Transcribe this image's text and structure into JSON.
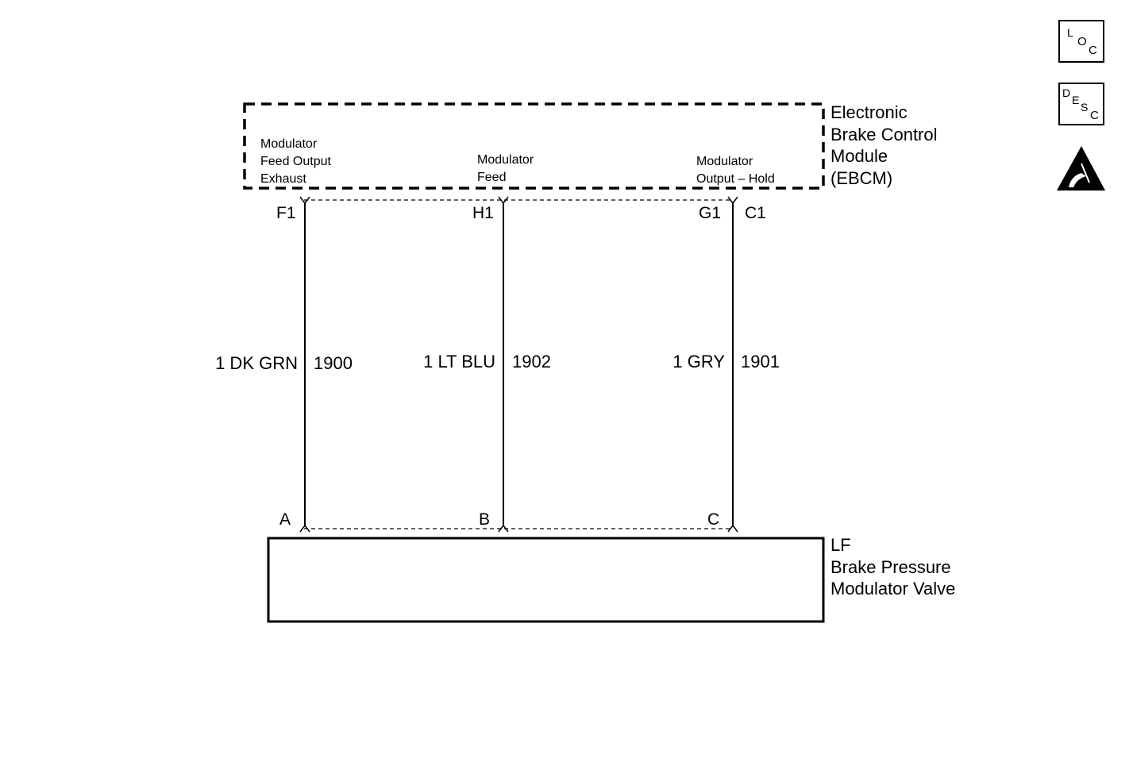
{
  "ebcm": {
    "label_lines": [
      "Electronic",
      "Brake Control",
      "Module",
      "(EBCM)"
    ],
    "circuits": [
      {
        "lines": [
          "Modulator",
          "Feed Output",
          "Exhaust"
        ]
      },
      {
        "lines": [
          "Modulator",
          "Feed"
        ]
      },
      {
        "lines": [
          "Modulator",
          "Output – Hold"
        ]
      }
    ],
    "pins": [
      "F1",
      "H1",
      "G1",
      "C1"
    ]
  },
  "wires": [
    {
      "size_color": "1 DK GRN",
      "circuit": "1900"
    },
    {
      "size_color": "1 LT BLU",
      "circuit": "1902"
    },
    {
      "size_color": "1 GRY",
      "circuit": "1901"
    }
  ],
  "valve": {
    "label_lines": [
      "LF",
      "Brake Pressure",
      "Modulator Valve"
    ],
    "pins": [
      "A",
      "B",
      "C"
    ]
  },
  "badges": {
    "loc": [
      "L",
      "O",
      "C"
    ],
    "desc": [
      "D",
      "E",
      "S",
      "C"
    ],
    "esd_icon": "esd-warning-icon"
  }
}
